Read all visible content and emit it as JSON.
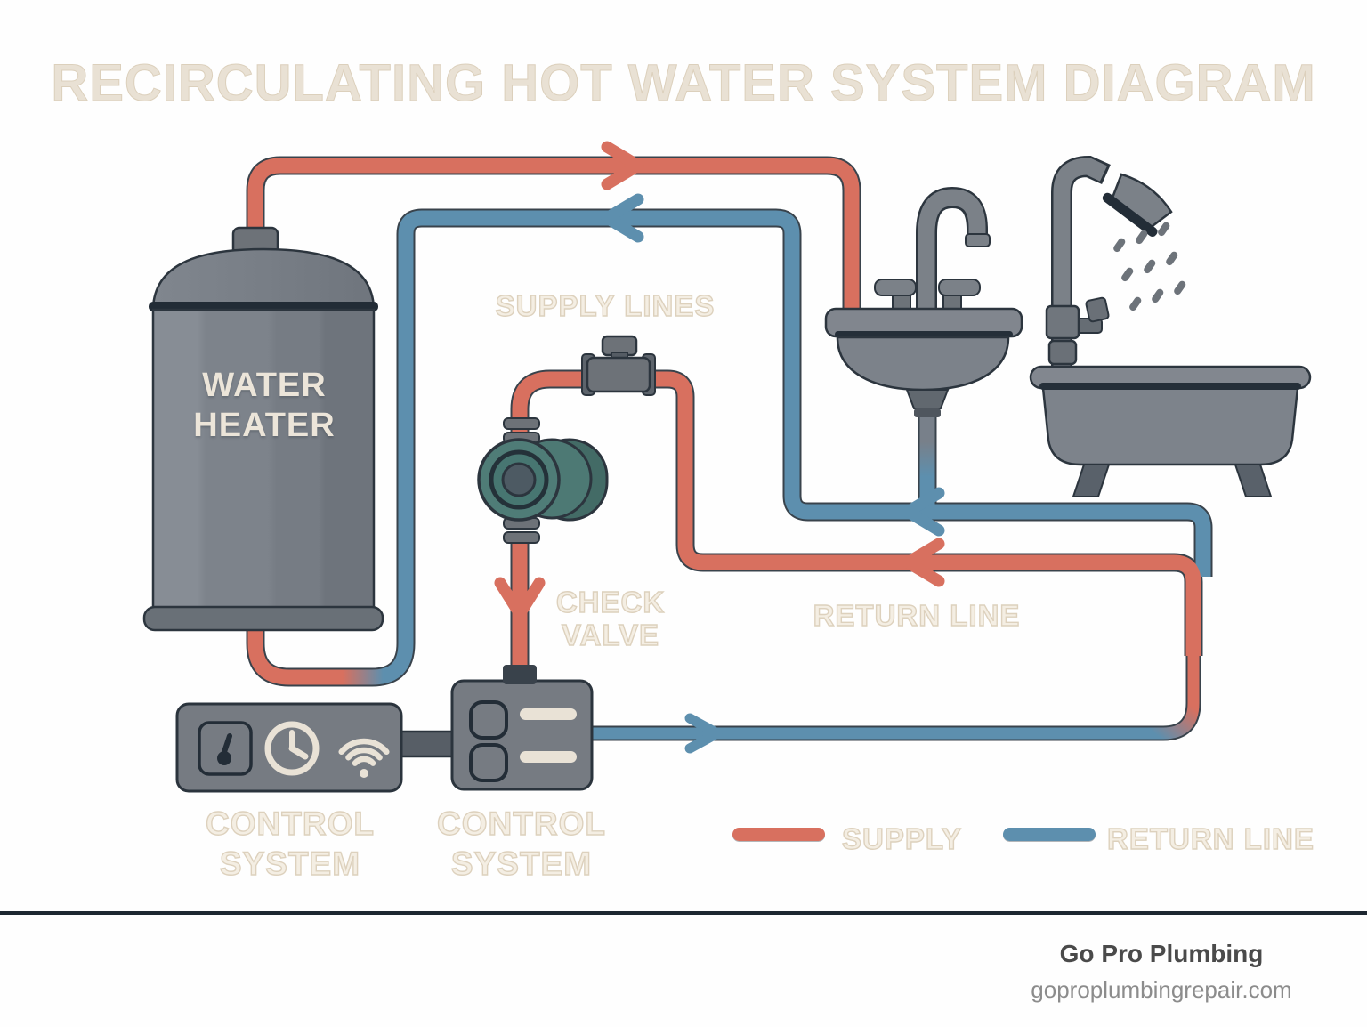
{
  "title": "RECIRCULATING HOT WATER SYSTEM DIAGRAM",
  "diagram": {
    "water_heater": {
      "line1": "WATER",
      "line2": "HEATER"
    },
    "supply_lines_label": "SUPPLY LINES",
    "check_valve_label": {
      "line1": "CHECK",
      "line2": "VALVE"
    },
    "return_line_label": "RETURN LINE",
    "control_system_label": {
      "line1": "CONTROL",
      "line2": "SYSTEM"
    }
  },
  "legend": {
    "supply": {
      "label": "SUPPLY",
      "color": "#d8705f"
    },
    "return": {
      "label": "RETURN LINE",
      "color": "#5d8fae"
    }
  },
  "footer": {
    "company": "Go Pro Plumbing",
    "website": "goproplumbingrepair.com"
  },
  "colors": {
    "supply_pipe": "#d8705f",
    "return_pipe": "#5d8fae",
    "pipe_outline": "#39434c",
    "fixture_gray": "#7d838b",
    "fixture_dark": "#2c353e",
    "pump_teal": "#4f7c77",
    "label_beige": "#efe7da"
  },
  "icons": {
    "thermometer": "thermometer-icon",
    "clock": "clock-icon",
    "wifi": "wifi-icon",
    "shower_head": "shower-head-icon"
  }
}
